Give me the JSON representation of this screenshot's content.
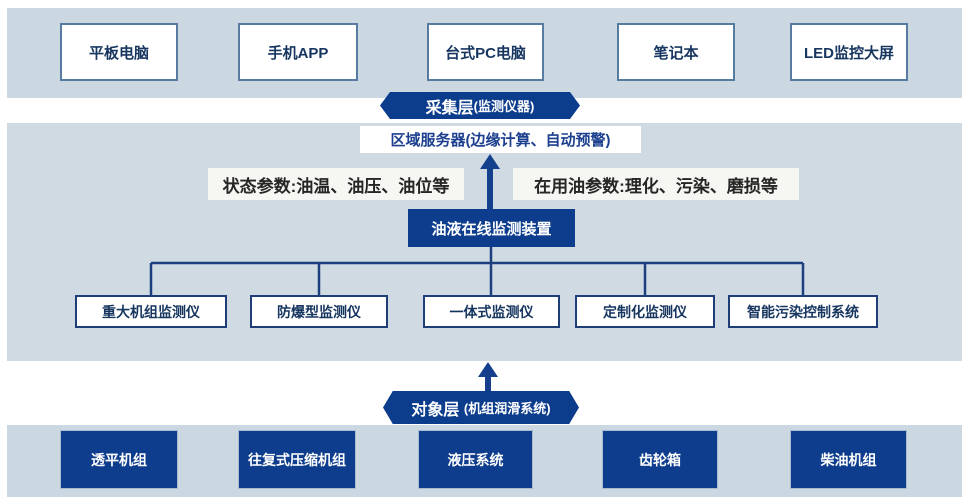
{
  "top_row": {
    "items": [
      {
        "label": "平板电脑"
      },
      {
        "label": "手机APP"
      },
      {
        "label": "台式PC电脑"
      },
      {
        "label": "笔记本"
      },
      {
        "label": "LED监控大屏"
      }
    ]
  },
  "collection_layer": {
    "badge_main": "采集层",
    "badge_sub": "(监测仪器)",
    "server_label": "区域服务器(边缘计算、自动预警)"
  },
  "parameters": {
    "left_label": "状态参数:油温、油压、油位等",
    "right_label": "在用油参数:理化、污染、磨损等"
  },
  "monitoring": {
    "device_label": "油液在线监测装置",
    "instruments": [
      {
        "label": "重大机组监测仪"
      },
      {
        "label": "防爆型监测仪"
      },
      {
        "label": "一体式监测仪"
      },
      {
        "label": "定制化监测仪"
      },
      {
        "label": "智能污染控制系统"
      }
    ]
  },
  "object_layer": {
    "badge_main": "对象层",
    "badge_sub": "(机组润滑系统)"
  },
  "bottom_row": {
    "items": [
      {
        "label": "透平机组"
      },
      {
        "label": "往复式压缩机组"
      },
      {
        "label": "液压系统"
      },
      {
        "label": "齿轮箱"
      },
      {
        "label": "柴油机组"
      }
    ]
  },
  "colors": {
    "band_blue": "#cbd8e2",
    "mid_band_blue": "#d0dae3",
    "dark_blue": "#0d3d8c",
    "navy_text": "#16355f",
    "line_blue": "#1c3f7d"
  }
}
